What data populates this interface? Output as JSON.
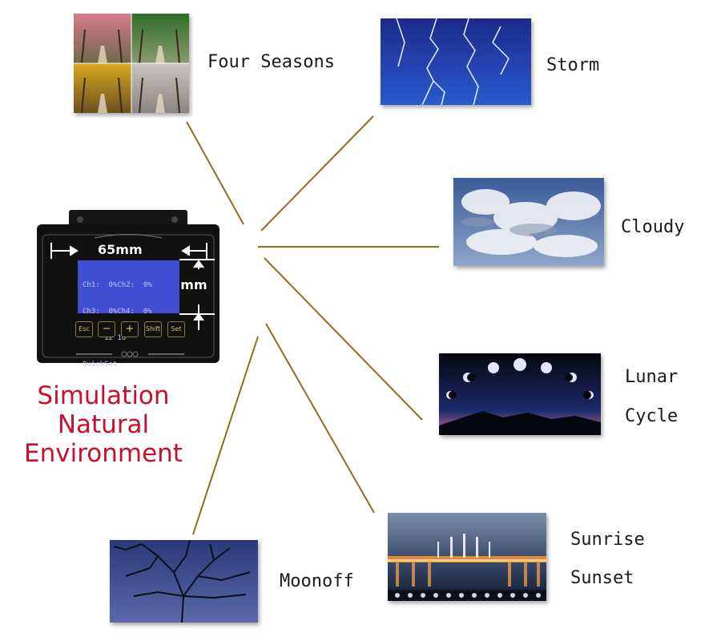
{
  "title": {
    "line1": "Simulation",
    "line2": "Natural",
    "line3": "Environment"
  },
  "device": {
    "width_label": "65mm",
    "height_label": "33mm",
    "lcd": {
      "line1": "Ch1:  0%Ch2:  0%",
      "line2": "Ch3:  0%Ch4:  0%",
      "line3": "     12 16",
      "line4": "QuickSet"
    },
    "buttons": [
      "Esc",
      "−",
      "+",
      "Shift",
      "Set"
    ]
  },
  "modes": {
    "four_seasons": "Four Seasons",
    "storm": "Storm",
    "cloudy": "Cloudy",
    "lunar_line1": "Lunar",
    "lunar_line2": "Cycle",
    "sunrise_line1": "Sunrise",
    "sunrise_line2": "Sunset",
    "moonoff": "Moonoff"
  },
  "colors": {
    "title": "#c8102e",
    "connector": "#8b6f1c"
  }
}
